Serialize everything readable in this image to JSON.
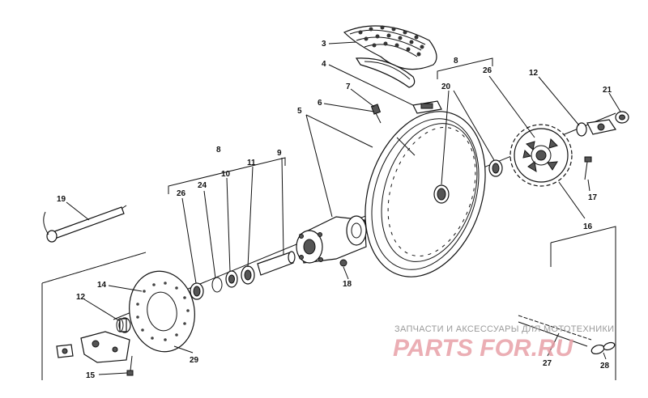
{
  "labels": {
    "l3": "3",
    "l4": "4",
    "l5": "5",
    "l6": "6",
    "l7": "7",
    "l8a": "8",
    "l8b": "8",
    "l9": "9",
    "l10": "10",
    "l11": "11",
    "l12a": "12",
    "l12b": "12",
    "l14": "14",
    "l15": "15",
    "l16": "16",
    "l17": "17",
    "l18": "18",
    "l19": "19",
    "l20": "20",
    "l21": "21",
    "l24": "24",
    "l26a": "26",
    "l26b": "26",
    "l27": "27",
    "l28": "28",
    "l29": "29"
  },
  "watermark": {
    "caption": "ЗАПЧАСТИ И АКСЕССУАРЫ ДЛЯ МОТОТЕХНИКИ",
    "logo": "PARTS FOR.RU"
  }
}
